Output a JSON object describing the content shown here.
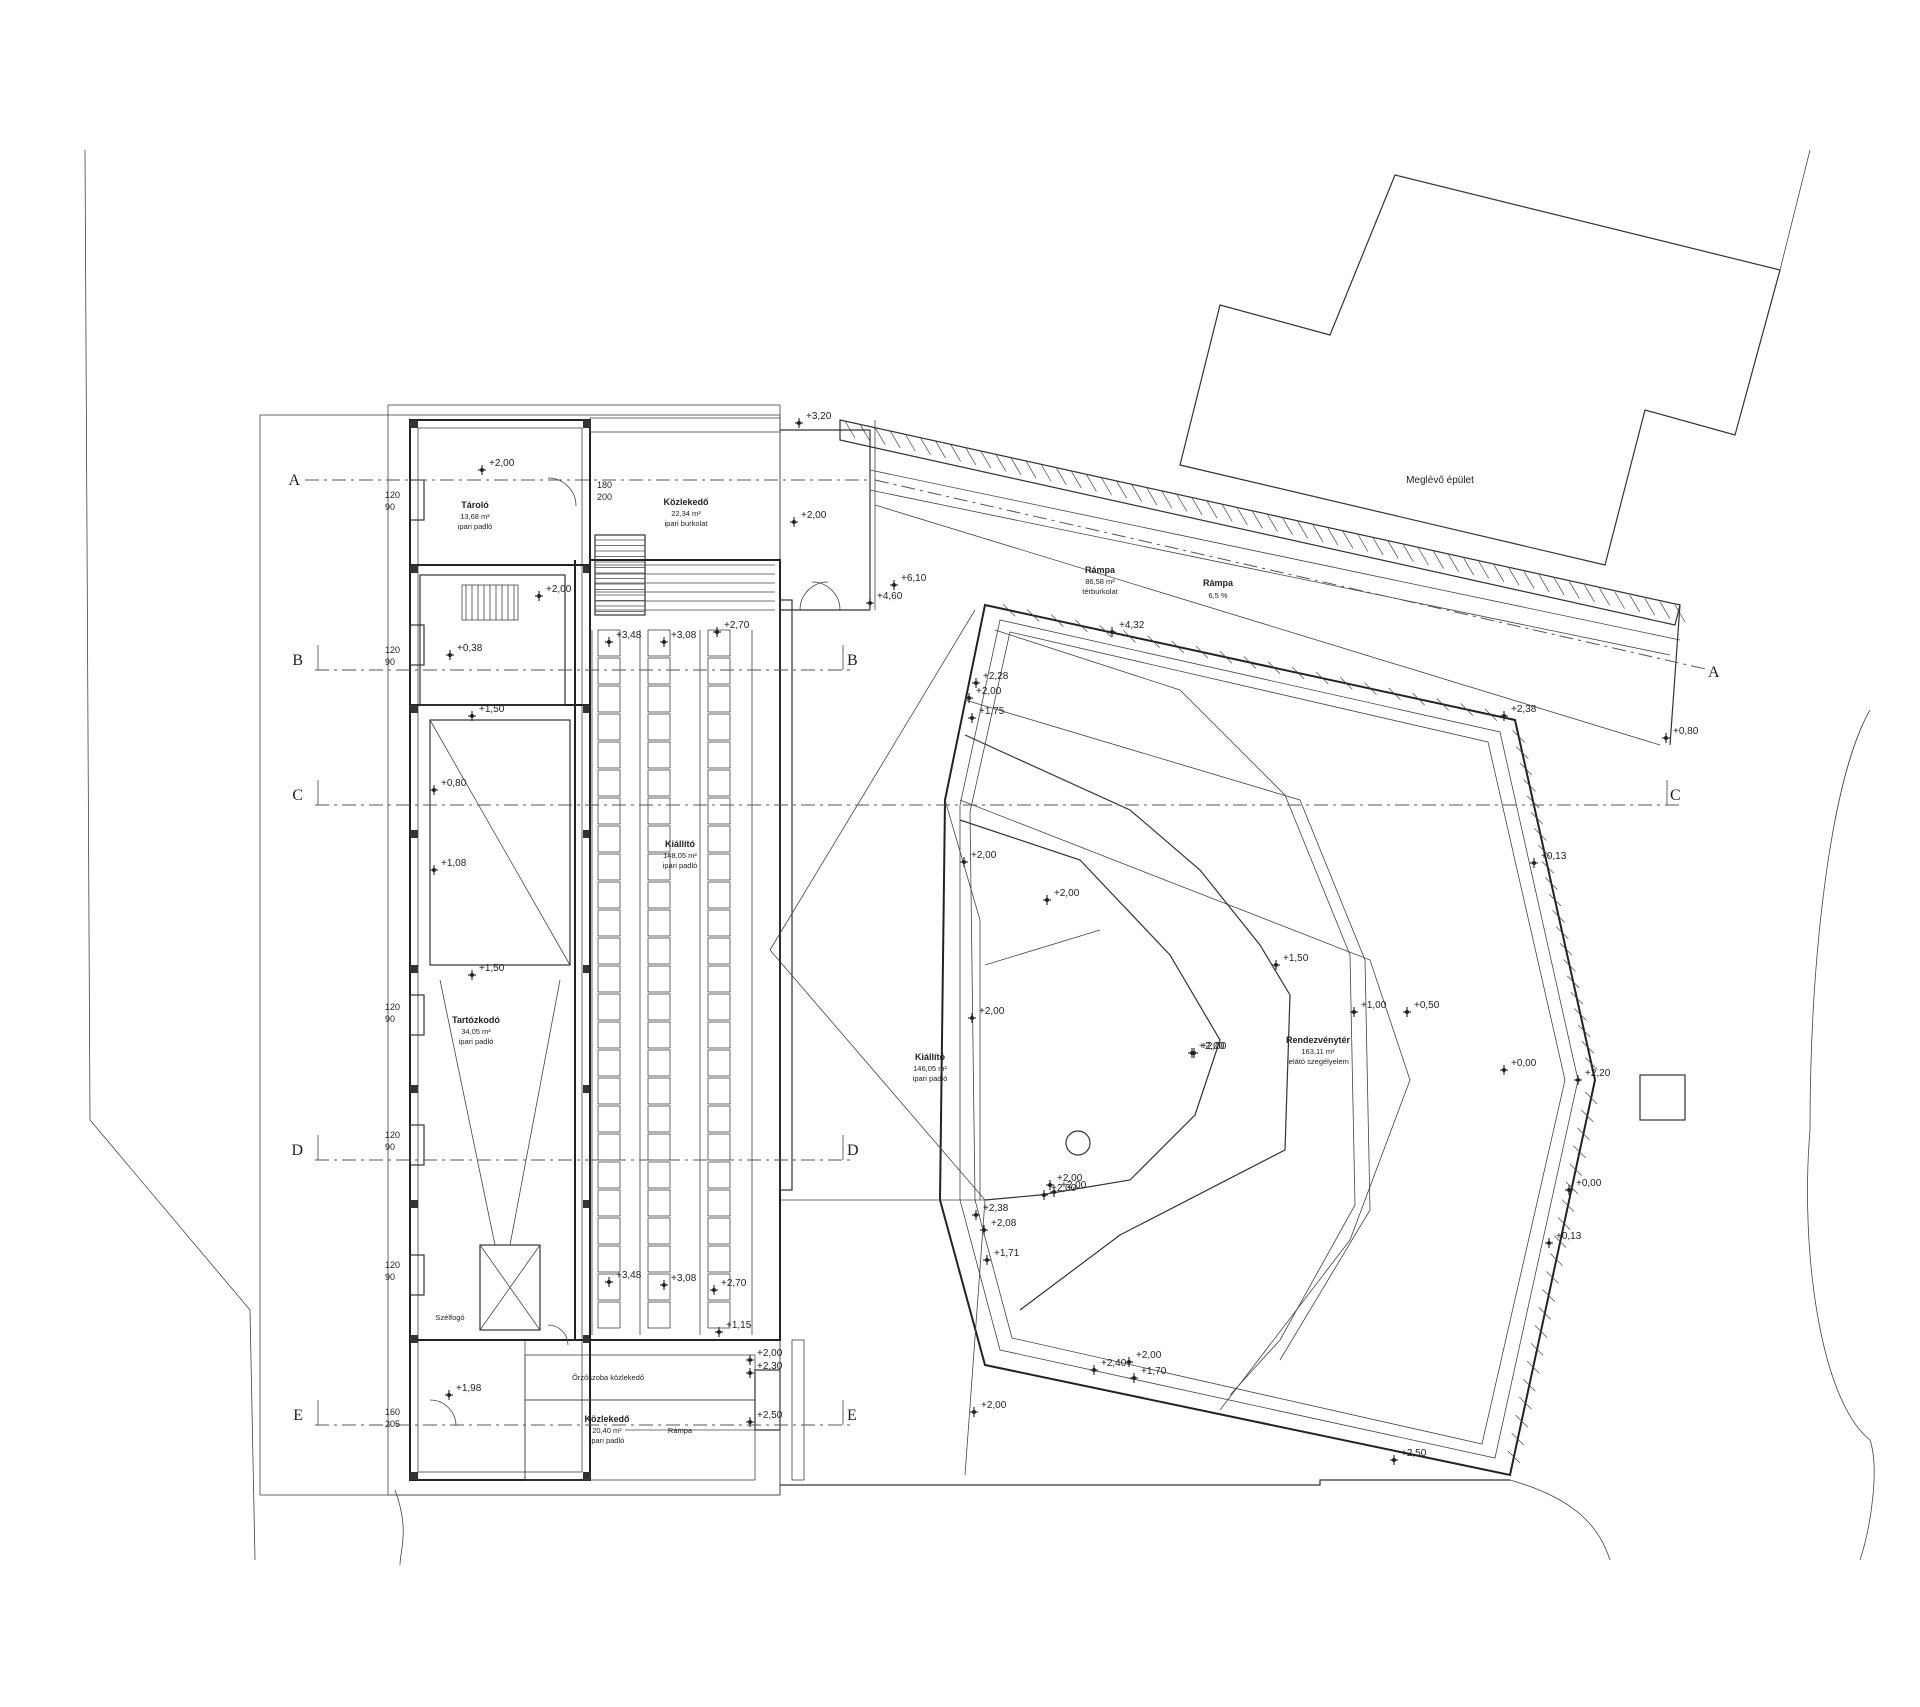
{
  "levels": {
    "roof_top": "+3,20",
    "store": "+2,00",
    "entry_hall": "+2,00",
    "stair_top": "+2,00",
    "stair_low": "+0,38",
    "ramp_start": "+6,10",
    "ramp_mid": "+4,60",
    "ramp_end": "+4,32",
    "east_corner": "+2,38",
    "east_ext": "+0,80",
    "c_row1": "+3,48",
    "c_row2": "+3,08",
    "c_row3": "+2,70",
    "mezz1": "+0,80",
    "mezz2": "+1,08",
    "under_mezz": "+1,50",
    "waiting": "+1,50",
    "bottom_row1": "+3,48",
    "bottom_row2": "+3,08",
    "bottom_row3": "+2,70",
    "bottom_right": "+1,15",
    "sw_entry": "+1,98",
    "s_door": "+2,00",
    "s_door2": "+2,30",
    "s_edge": "+2,50",
    "hall_w1": "+2,00",
    "hall_w2": "+2,00",
    "hall_n": "+2,00",
    "hall_mid": "+2,00",
    "hall_e": "+2,00",
    "hall_s": "+2,00",
    "hall_s2": "+2,00",
    "hall_se": "+2,00",
    "stadium_r1": "+1,50",
    "stadium_r2": "+1,00",
    "stadium_r3": "+0,50",
    "outer_r": "+0,13",
    "outer_r2": "+0,00",
    "outer_r3": "+2,20",
    "outer_r4": "+0,00",
    "outer_r5": "+0,13",
    "se_corner": "+2,50",
    "w_steps1": "+2,28",
    "w_steps2": "+2,00",
    "w_steps3": "+1,75",
    "s_steps1": "+2,38",
    "s_steps2": "+2,08",
    "s_steps3": "+1,71",
    "bs1": "+2,40",
    "bs2": "+2,00",
    "bs3": "+1,70",
    "ext_s": "+2,00"
  },
  "rooms": {
    "store": {
      "name": "Tároló",
      "area": "13,68 m²",
      "floor": "ipari padló"
    },
    "entry_top": {
      "name": "Közlekedő",
      "area": "22,34 m²",
      "floor": "ipari burkolat"
    },
    "hall": {
      "name": "Kiállító",
      "area": "148,05 m²",
      "floor": "ipari padló"
    },
    "waiting": {
      "name": "Tartózkodó",
      "area": "34,05 m²",
      "floor": "ipari padló"
    },
    "amph": {
      "name": "Kiállító",
      "area": "146,05 m²",
      "floor": "ipari padló"
    },
    "stadium": {
      "name": "Rendezvénytér",
      "area": "163,11 m²",
      "floor": "lelátó szegélyelem"
    },
    "entry_bottom": {
      "name": "Közlekedő",
      "area": "20,40 m²",
      "floor": "ipari padló"
    },
    "ramp": {
      "name": "Rámpa",
      "area": "86,58 m²",
      "floor": "térburkolat"
    },
    "ramp_slope": {
      "name": "Rámpa",
      "slope": "6,5 %"
    },
    "ramp_bottom": "Rámpa",
    "existing": "Meglévő épület",
    "wind_label": "Szélfogó",
    "corridor_label": "Őrzőszoba közlekedő"
  },
  "axes": {
    "A": "A",
    "B": "B",
    "C": "C",
    "D": "D",
    "E": "E"
  },
  "dims": {
    "d1": "120",
    "d1b": "90",
    "d2": "120",
    "d2b": "90",
    "d3": "120",
    "d3b": "90",
    "d4": "120",
    "d4b": "90",
    "d5": "120",
    "d5b": "90",
    "d6": "160",
    "d6b": "205",
    "d7": "180",
    "d7b": "200"
  }
}
